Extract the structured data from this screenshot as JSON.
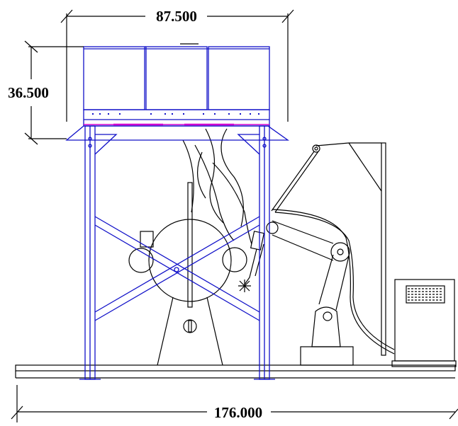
{
  "dimensions": {
    "top_width": "87.500",
    "left_height": "36.500",
    "bottom_width": "176.000"
  },
  "colors": {
    "frame": "#1010c8",
    "accent": "#d000d0",
    "linework": "#000000",
    "background": "#ffffff"
  },
  "icons": [
    "welding-spark-icon",
    "control-cabinet-vent-icon"
  ]
}
